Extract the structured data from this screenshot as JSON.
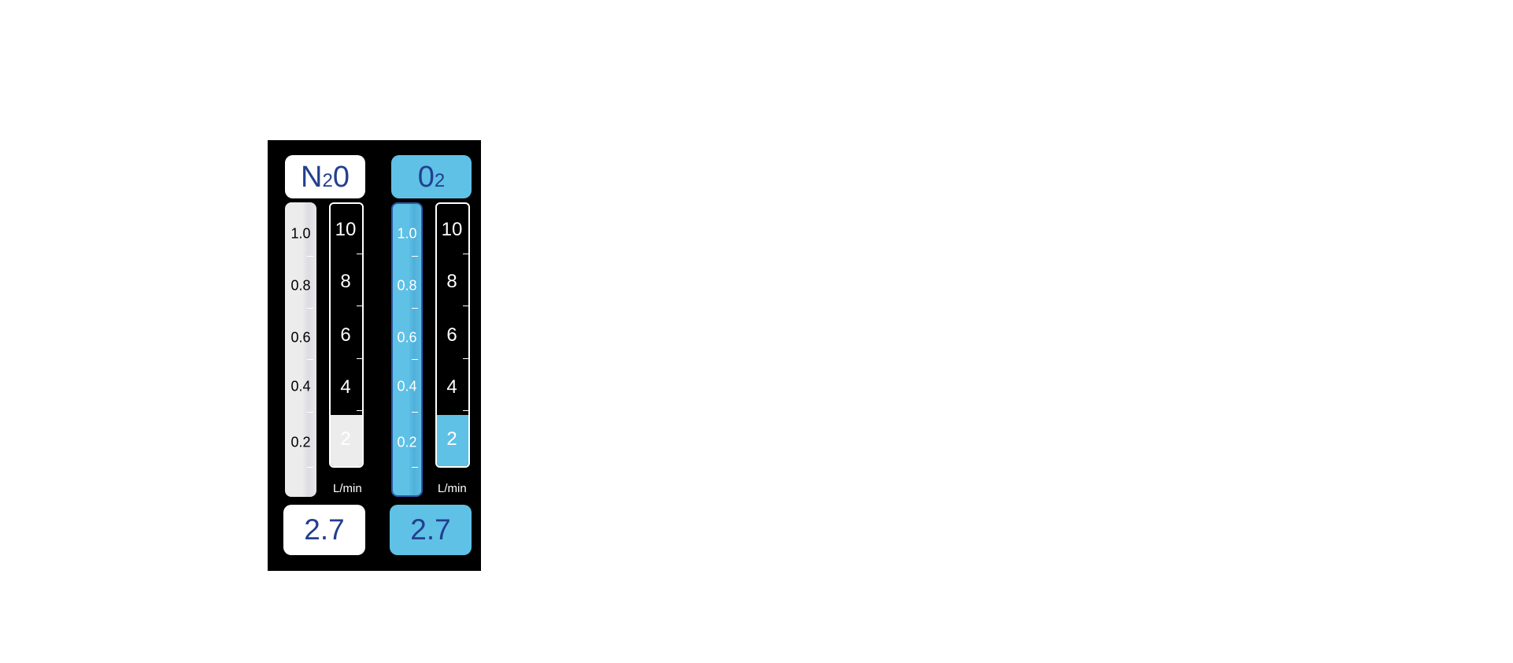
{
  "n2o": {
    "label_main": "N",
    "label_sub": "2",
    "label_tail": "0",
    "ratio_scale": [
      "1.0",
      "0.8",
      "0.6",
      "0.4",
      "0.2"
    ],
    "flow_scale": [
      "10",
      "8",
      "6",
      "4",
      "2"
    ],
    "flow_level_lpm": 2.7,
    "unit": "L/min",
    "readout": "2.7"
  },
  "o2": {
    "label_main": "0",
    "label_sub": "2",
    "ratio_scale": [
      "1.0",
      "0.8",
      "0.6",
      "0.4",
      "0.2"
    ],
    "flow_scale": [
      "10",
      "8",
      "6",
      "4",
      "2"
    ],
    "flow_level_lpm": 2.7,
    "unit": "L/min",
    "readout": "2.7"
  },
  "colors": {
    "panel": "#000000",
    "o2_blue": "#5fc1e6",
    "n2o_grey": "#ececec",
    "text_blue": "#233f8f"
  }
}
